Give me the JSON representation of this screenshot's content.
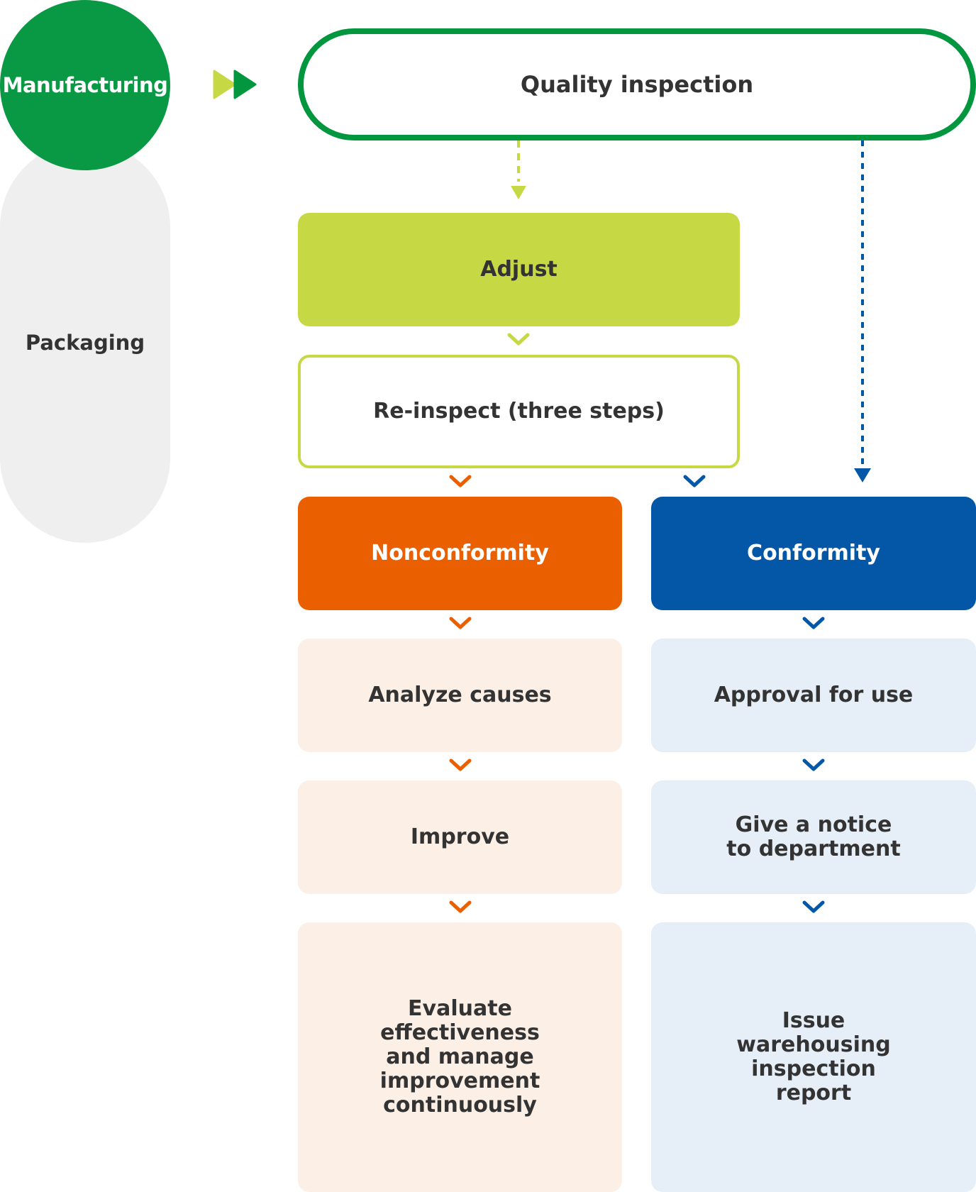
{
  "colors": {
    "green": "#02963f",
    "lime": "#c6d944",
    "orange": "#ea6000",
    "blue": "#0457a7",
    "orange_soft": "#fcefe6",
    "blue_soft": "#e6eef8",
    "gray": "#efefef",
    "text": "#333333"
  },
  "stages": {
    "active": "Manufacturing",
    "next": "Packaging"
  },
  "flow": {
    "start": "Quality inspection",
    "adjust": "Adjust",
    "reinspect": "Re-inspect (three steps)",
    "nonconformity": {
      "title": "Nonconformity",
      "steps": [
        "Analyze causes",
        "Improve",
        "Evaluate\neffectiveness\nand manage\nimprovement\ncontinuously"
      ]
    },
    "conformity": {
      "title": "Conformity",
      "steps": [
        "Approval for use",
        "Give a notice\nto department",
        "Issue\nwarehousing\ninspection\nreport"
      ]
    }
  },
  "icons": {
    "forward": "double-play-arrow-icon",
    "chevron": "chevron-down-icon",
    "arrowhead": "triangle-down-icon"
  }
}
